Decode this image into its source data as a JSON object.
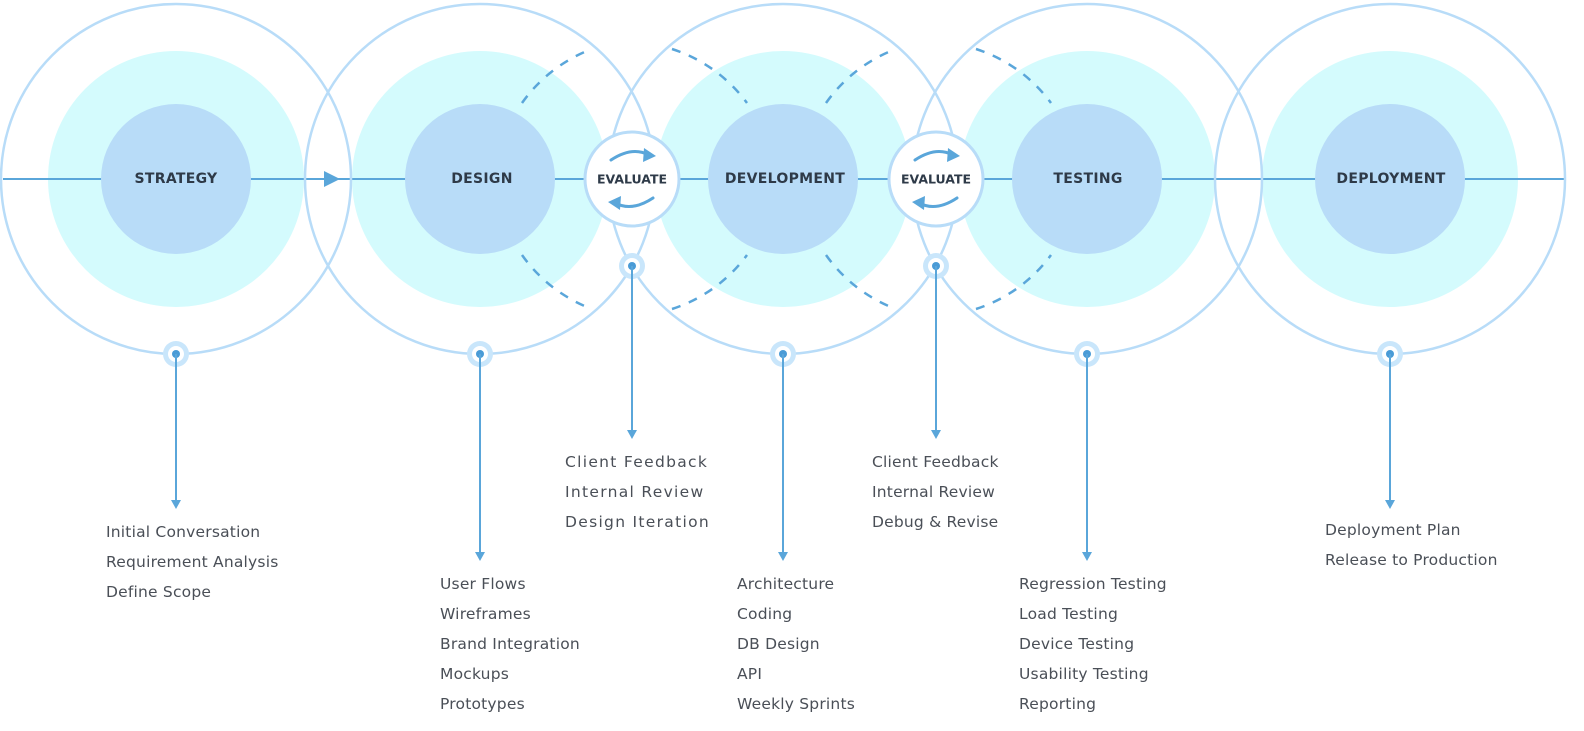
{
  "colors": {
    "outer_ring": "#b8dcf8",
    "halo": "#d4fbfd",
    "core": "#b8dcf8",
    "axis": "#5aa6da",
    "arrow": "#5aa6da",
    "dot": "#4a9bd6",
    "dot_halo": "#c9e6fb",
    "dashed": "#5aa6da",
    "text": "#2e3a48",
    "list_text": "#4a4f57"
  },
  "stages": [
    {
      "label": "STRATEGY",
      "items": [
        "Initial Conversation",
        "Requirement Analysis",
        "Define Scope"
      ]
    },
    {
      "label": "DESIGN",
      "items": [
        "User Flows",
        "Wireframes",
        "Brand Integration",
        "Mockups",
        "Prototypes"
      ]
    },
    {
      "label": "DEVELOPMENT",
      "items": [
        "Architecture",
        "Coding",
        "DB Design",
        "API",
        "Weekly Sprints"
      ]
    },
    {
      "label": "TESTING",
      "items": [
        "Regression Testing",
        "Load Testing",
        "Device Testing",
        "Usability Testing",
        "Reporting"
      ]
    },
    {
      "label": "DEPLOYMENT",
      "items": [
        "Deployment Plan",
        "Release to Production"
      ]
    }
  ],
  "evaluations": [
    {
      "label": "EVALUATE",
      "items": [
        "Client Feedback",
        "Internal Review",
        "Design Iteration"
      ]
    },
    {
      "label": "EVALUATE",
      "items": [
        "Client Feedback",
        "Internal Review",
        "Debug & Revise"
      ]
    }
  ]
}
